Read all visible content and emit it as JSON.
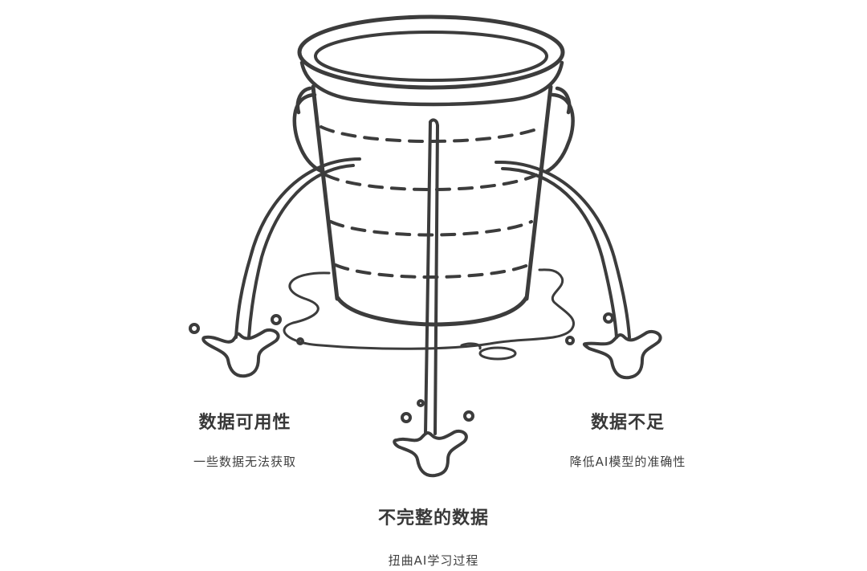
{
  "labels": {
    "left": {
      "title": "数据可用性",
      "subtitle": "一些数据无法获取"
    },
    "right": {
      "title": "数据不足",
      "subtitle": "降低AI模型的准确性"
    },
    "bottom": {
      "title": "不完整的数据",
      "subtitle": "扭曲AI学习过程"
    }
  },
  "colors": {
    "stroke": "#3c3c3c",
    "background": "#ffffff"
  },
  "icons": [
    "leaking-bucket-icon",
    "water-splash-icon",
    "water-puddle-icon"
  ]
}
